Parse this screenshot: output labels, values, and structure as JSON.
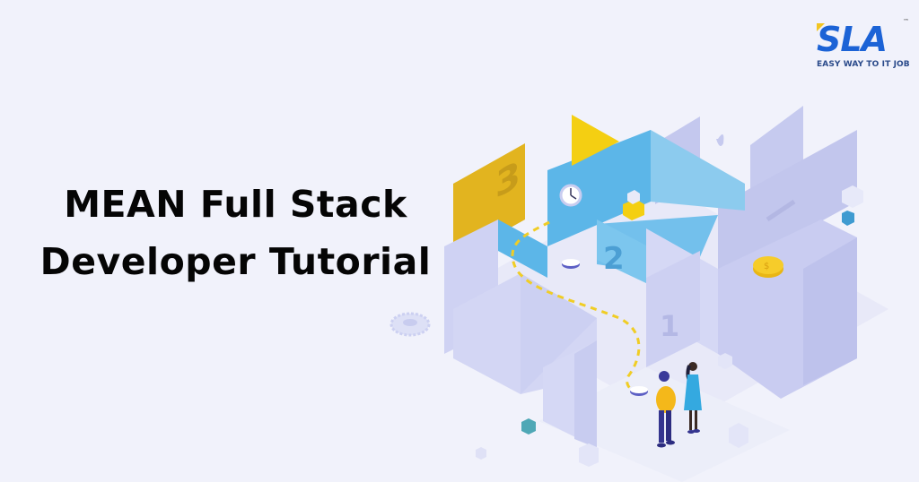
{
  "background_color": "#f1f2fb",
  "title": {
    "lines": [
      "MEAN Full Stack",
      "Developer Tutorial"
    ],
    "color": "#050505"
  },
  "logo": {
    "mark": "SLA",
    "trademark": "™",
    "tagline": "EASY WAY TO IT JOB",
    "brand_color": "#1c63d6",
    "accent_color": "#f2c521"
  },
  "illustration": {
    "description": "isometric maze with numbered walls, flags, coin, clock, cubes and two people",
    "wall_numbers": [
      "3",
      "2",
      "1"
    ],
    "icons": [
      "flag-icon",
      "clock-icon",
      "coin-icon",
      "gear-icon",
      "pin-icon",
      "arrow-icon"
    ],
    "colors": {
      "wall_light": "#d3d6f4",
      "wall_mid": "#bfc3ec",
      "wall_blue": "#5cb6e8",
      "wall_blue_light": "#8ccbee",
      "flag_yellow": "#f4cf12",
      "flag_gold": "#e2b41f",
      "path_dash": "#f0cd25",
      "man_shirt": "#f4b81a",
      "man_pants": "#34348f",
      "woman_dress": "#34a9e0"
    }
  }
}
